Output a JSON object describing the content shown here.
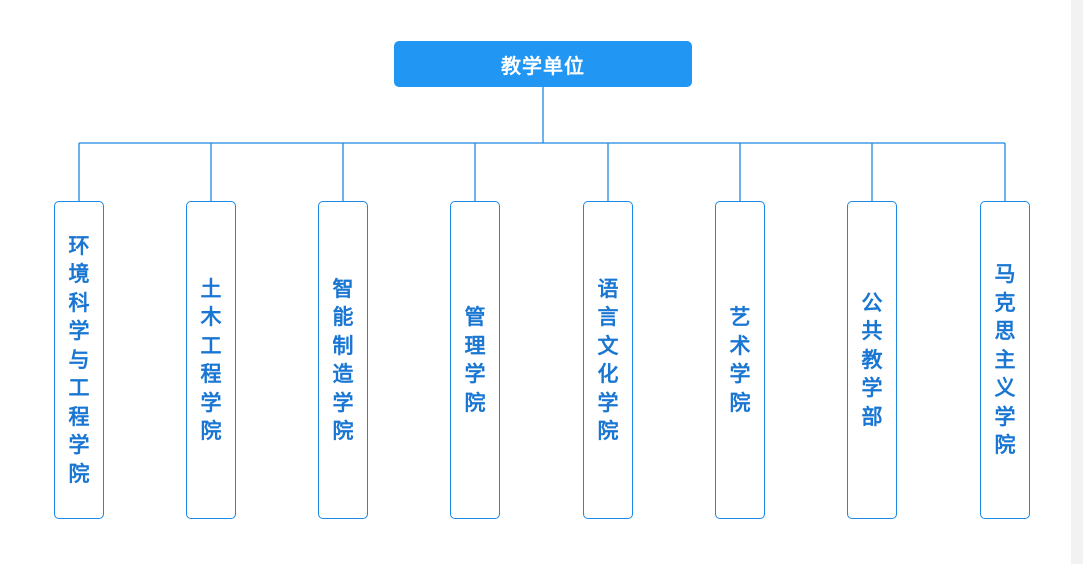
{
  "colors": {
    "accent": "#2196F3",
    "border": "#1E88E5",
    "line": "#1E88E5",
    "label": "#1976D2"
  },
  "root": {
    "label": "教学单位"
  },
  "units": [
    {
      "label": "环境科学与工程学院"
    },
    {
      "label": "土木工程学院"
    },
    {
      "label": "智能制造学院"
    },
    {
      "label": "管理学院"
    },
    {
      "label": "语言文化学院"
    },
    {
      "label": "艺术学院"
    },
    {
      "label": "公共教学部"
    },
    {
      "label": "马克思主义学院"
    }
  ]
}
